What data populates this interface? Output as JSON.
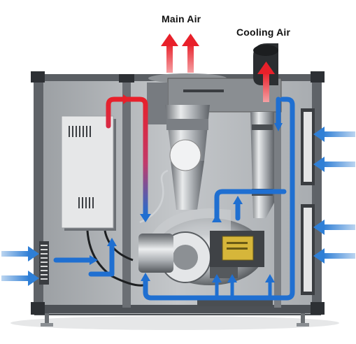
{
  "labels": {
    "main_air": "Main Air",
    "cooling_air": "Cooling Air"
  },
  "colors": {
    "hot_air": "#e8202a",
    "cold_air": "#1f6fd1",
    "intake_arrow": "#2f7fd6",
    "cabinet_frame": "#555a60",
    "cabinet_panel": "#b9bcbf",
    "control_box": "#e2e3e4",
    "motor_block": "#d6b63a"
  },
  "icons": {
    "main_air_outlet": "red-up-arrows",
    "cooling_air_outlet": "red-up-arrow",
    "intake_right": "blue-left-arrows",
    "intake_left": "blue-right-arrows"
  }
}
